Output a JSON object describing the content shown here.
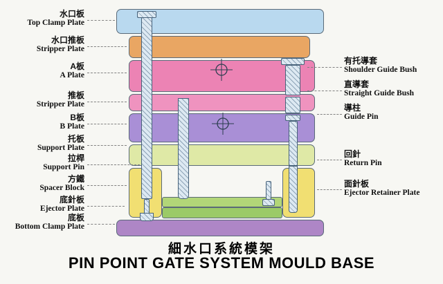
{
  "titles": {
    "zh": "細水口系統模架",
    "en": "PIN POINT GATE SYSTEM MOULD BASE"
  },
  "left_labels": [
    {
      "zh": "水口板",
      "en": "Top Clamp Plate"
    },
    {
      "zh": "水口推板",
      "en": "Stripper Plate"
    },
    {
      "zh": "A板",
      "en": "A Plate"
    },
    {
      "zh": "推板",
      "en": "Stripper Plate"
    },
    {
      "zh": "B板",
      "en": "B Plate"
    },
    {
      "zh": "托板",
      "en": "Support Plate"
    },
    {
      "zh": "拉桿",
      "en": "Support Pin"
    },
    {
      "zh": "方鐵",
      "en": "Spacer Block"
    },
    {
      "zh": "底針板",
      "en": "Ejector Plate"
    },
    {
      "zh": "底板",
      "en": "Bottom Clamp Plate"
    }
  ],
  "right_labels": [
    {
      "zh": "有托導套",
      "en": "Shoulder Guide Bush"
    },
    {
      "zh": "直導套",
      "en": "Straight Guide Bush"
    },
    {
      "zh": "導柱",
      "en": "Guide Pin"
    },
    {
      "zh": "回針",
      "en": "Return Pin"
    },
    {
      "zh": "面針板",
      "en": "Ejector Retainer Plate"
    }
  ],
  "colors": {
    "top_clamp_plate": "#b9d9ef",
    "stripper_plate_upper": "#e9a663",
    "a_plate": "#ec83b4",
    "stripper_plate_lower": "#ef93bf",
    "b_plate": "#a98fd6",
    "support_plate": "#dfe9a6",
    "spacer_block": "#f1df72",
    "ejector_retainer_plate": "#b2d678",
    "ejector_plate": "#9bca67",
    "bottom_clamp_plate": "#ae86c6"
  }
}
